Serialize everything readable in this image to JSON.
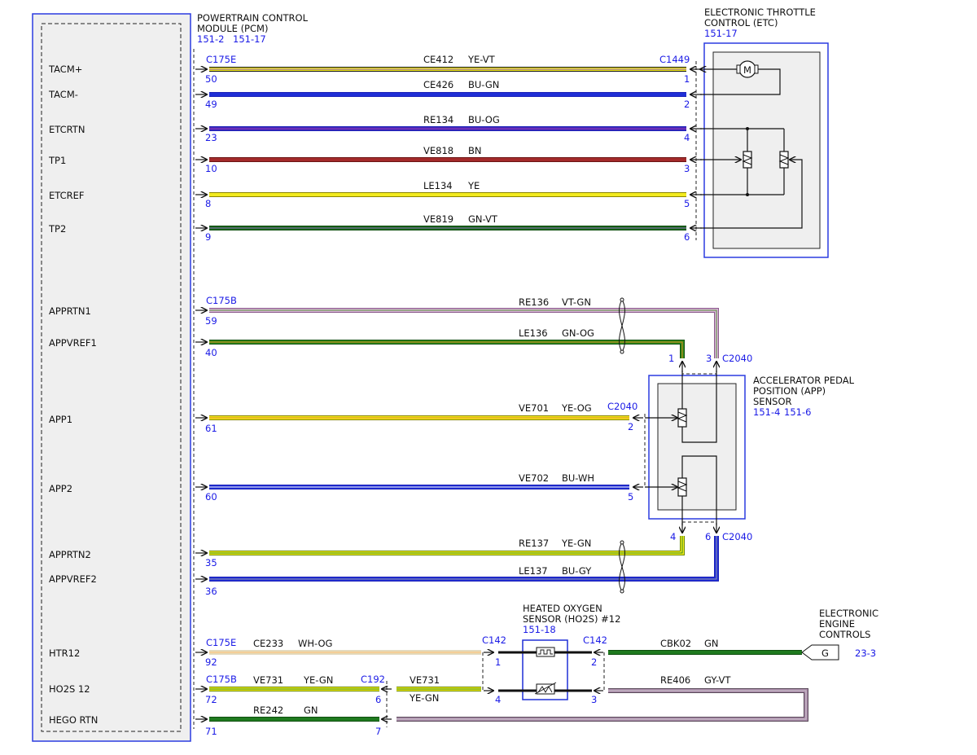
{
  "pcm": {
    "title_line1": "POWERTRAIN CONTROL",
    "title_line2": "MODULE (PCM)",
    "ref1": "151-2",
    "ref2": "151-17",
    "pins": {
      "tacm_pos": "TACM+",
      "tacm_neg": "TACM-",
      "etcrtn": "ETCRTN",
      "tp1": "TP1",
      "etcref": "ETCREF",
      "tp2": "TP2",
      "apprtn1": "APPRTN1",
      "appvref1": "APPVREF1",
      "app1": "APP1",
      "app2": "APP2",
      "apprtn2": "APPRTN2",
      "appvref2": "APPVREF2",
      "htr12": "HTR12",
      "ho2s12": "HO2S 12",
      "hegortn": "HEGO RTN"
    }
  },
  "etc": {
    "title_line1": "ELECTRONIC THROTTLE",
    "title_line2": "CONTROL (ETC)",
    "ref": "151-17",
    "motor_symbol": "M"
  },
  "app": {
    "title_line1": "ACCELERATOR PEDAL",
    "title_line2": "POSITION (APP)",
    "title_line3": "SENSOR",
    "ref1": "151-4",
    "ref2": "151-6"
  },
  "ho2s": {
    "title_line1": "HEATED OXYGEN",
    "title_line2": "SENSOR (HO2S) #12",
    "ref": "151-18"
  },
  "eec": {
    "title_line1": "ELECTRONIC",
    "title_line2": "ENGINE",
    "title_line3": "CONTROLS",
    "ground_label": "G",
    "ref": "23-3"
  },
  "connectors": {
    "c175e": "C175E",
    "c175b": "C175B",
    "c1449": "C1449",
    "c2040": "C2040",
    "c142": "C142",
    "c192": "C192"
  },
  "wire_colors": {
    "yellow": "#f2ea1e",
    "yellow_light": "#f6ee6a",
    "blue": "#1f2fd6",
    "blue_dark": "#1a20b8",
    "violet": "#6b2fb8",
    "brown": "#a32a2a",
    "green": "#1f7a1f",
    "green_bright": "#2d8a1a",
    "pink": "#c9a4c9",
    "white_orange": "#fff4d8",
    "gray_violet": "#a88aa8",
    "black": "#1a1a1a",
    "module_border": "#2b3ce0",
    "module_fill": "#efefef"
  },
  "wires": {
    "tacm_pos": {
      "circuit": "CE412",
      "color": "YE-VT",
      "pcm_pin": "50",
      "etc_pin": "1"
    },
    "tacm_neg": {
      "circuit": "CE426",
      "color": "BU-GN",
      "pcm_pin": "49",
      "etc_pin": "2"
    },
    "etcrtn": {
      "circuit": "RE134",
      "color": "BU-OG",
      "pcm_pin": "23",
      "etc_pin": "4"
    },
    "tp1": {
      "circuit": "VE818",
      "color": "BN",
      "pcm_pin": "10",
      "etc_pin": "3"
    },
    "etcref": {
      "circuit": "LE134",
      "color": "YE",
      "pcm_pin": "8",
      "etc_pin": "5"
    },
    "tp2": {
      "circuit": "VE819",
      "color": "GN-VT",
      "pcm_pin": "9",
      "etc_pin": "6"
    },
    "apprtn1": {
      "circuit": "RE136",
      "color": "VT-GN",
      "pcm_pin": "59",
      "app_pin": "3"
    },
    "appvref1": {
      "circuit": "LE136",
      "color": "GN-OG",
      "pcm_pin": "40",
      "app_pin": "1"
    },
    "app1": {
      "circuit": "VE701",
      "color": "YE-OG",
      "pcm_pin": "61",
      "app_pin": "2"
    },
    "app2": {
      "circuit": "VE702",
      "color": "BU-WH",
      "pcm_pin": "60",
      "app_pin": "5"
    },
    "apprtn2": {
      "circuit": "RE137",
      "color": "YE-GN",
      "pcm_pin": "35",
      "app_pin": "4"
    },
    "appvref2": {
      "circuit": "LE137",
      "color": "BU-GY",
      "pcm_pin": "36",
      "app_pin": "6"
    },
    "htr12": {
      "circuit": "CE233",
      "color": "WH-OG",
      "pcm_pin": "92",
      "ho2s_pin": "1"
    },
    "ho2s12": {
      "circuit": "VE731",
      "color": "YE-GN",
      "pcm_pin": "72",
      "c192_pin": "6",
      "ho2s_pin": "4"
    },
    "hegortn": {
      "circuit": "RE242",
      "color": "GN",
      "pcm_pin": "71",
      "c192_pin": "7"
    },
    "cbk02": {
      "circuit": "CBK02",
      "color": "GN",
      "ho2s_pin": "2"
    },
    "re406": {
      "circuit": "RE406",
      "color": "GY-VT",
      "ho2s_pin": "3"
    }
  }
}
